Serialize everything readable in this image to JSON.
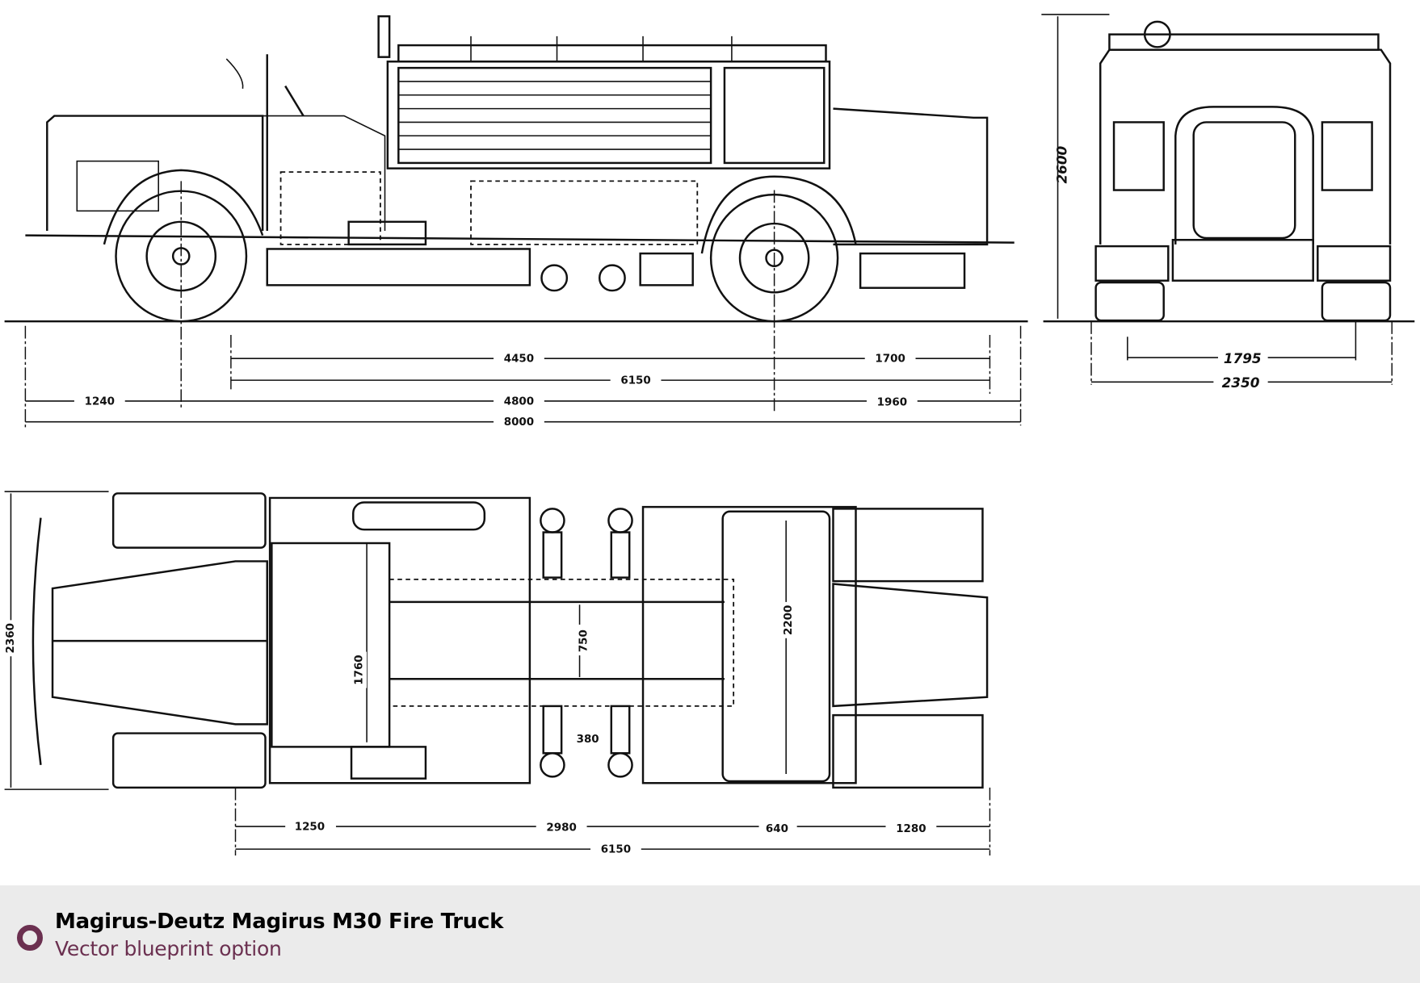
{
  "blueprint": {
    "side_view_dims": {
      "d4450": "4450",
      "d1700": "1700",
      "d6150": "6150",
      "d1240": "1240",
      "d4800": "4800",
      "d1960": "1960",
      "d8000": "8000"
    },
    "front_view_dims": {
      "height": "2600",
      "track": "1795",
      "width": "2350"
    },
    "top_view_dims": {
      "width": "2360",
      "d1760": "1760",
      "d750": "750",
      "d2200": "2200",
      "d380": "380",
      "d1250": "1250",
      "d2980": "2980",
      "d640": "640",
      "d1280": "1280",
      "d6150": "6150"
    }
  },
  "footer": {
    "title": "Magirus-Deutz Magirus M30 Fire Truck",
    "subtitle": "Vector blueprint option",
    "accent_color": "#6b3050"
  }
}
